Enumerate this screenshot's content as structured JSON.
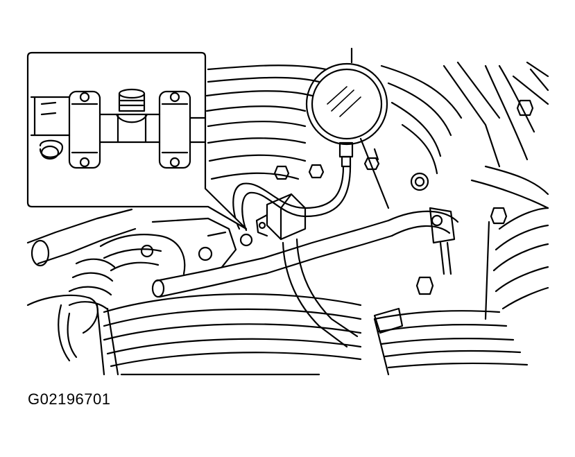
{
  "figure": {
    "id_label": "G02196701",
    "colors": {
      "ink": "#000000",
      "paper": "#ffffff"
    },
    "depicted_components": [
      "fuel-pressure-gauge",
      "gauge-hose",
      "fuel-rail-inset",
      "intake-manifold",
      "engine-bay"
    ]
  }
}
